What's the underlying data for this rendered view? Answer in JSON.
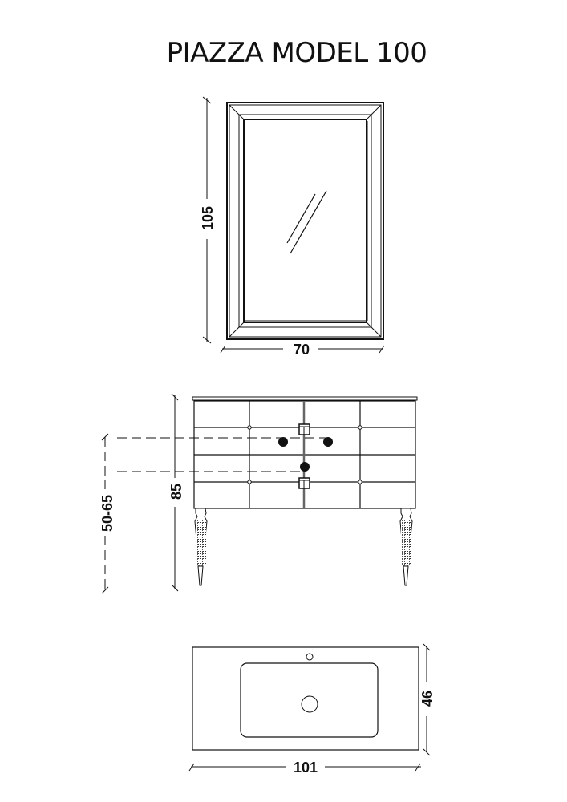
{
  "title": "PIAZZA MODEL 100",
  "mirror": {
    "height_label": "105",
    "width_label": "70"
  },
  "cabinet": {
    "height_label": "85",
    "outlet_height_label": "50-65",
    "drawer_rows": 4,
    "drawer_columns": 4
  },
  "basin_top": {
    "width_label": "101",
    "depth_label": "46"
  },
  "colors": {
    "line": "#111111",
    "background": "#ffffff"
  }
}
